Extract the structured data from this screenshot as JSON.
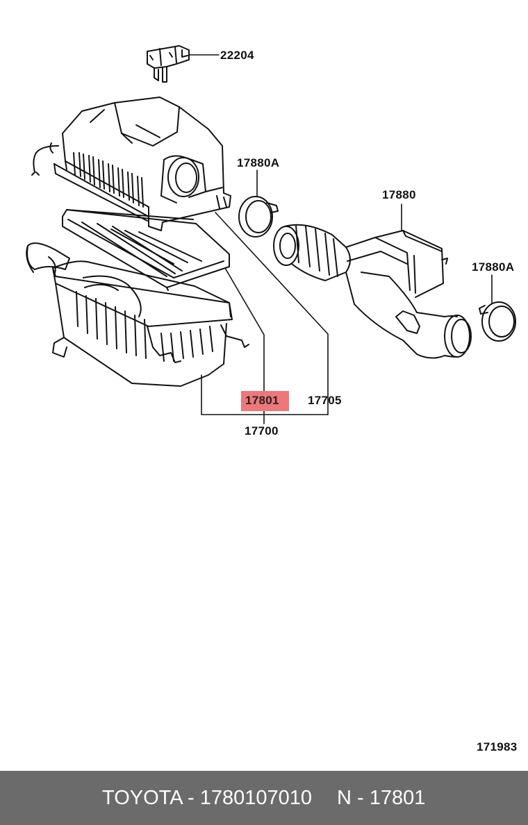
{
  "diagram": {
    "labels": {
      "sensor": "22204",
      "clamp_left": "17880A",
      "duct": "17880",
      "clamp_right": "17880A",
      "element_highlighted": "17801",
      "cap": "17705",
      "assembly": "17700",
      "figure_number": "171983"
    },
    "highlight_color": "#ee7779"
  },
  "footer": {
    "brand_part": "TOYOTA - 1780107010",
    "ref": "N - 17801",
    "background": "#6b6b6b"
  }
}
